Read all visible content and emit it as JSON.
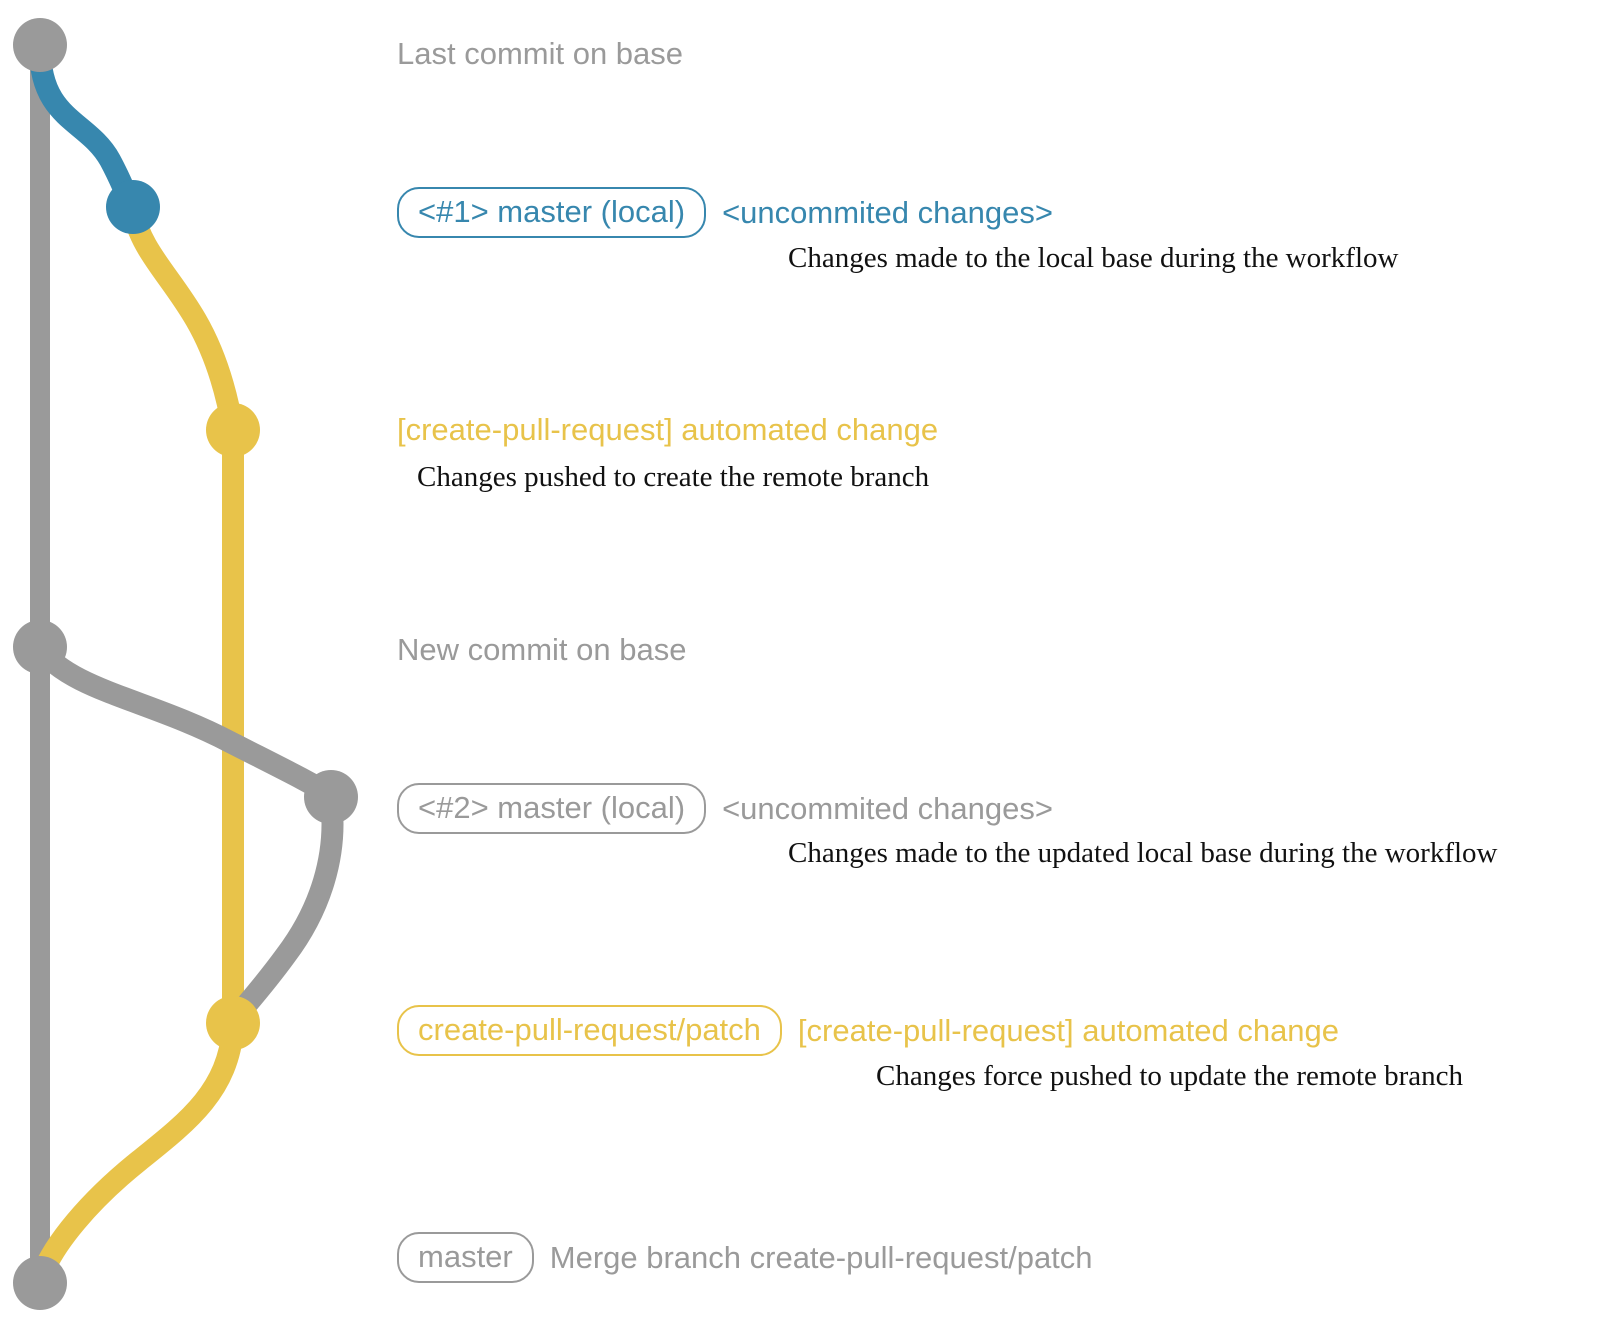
{
  "diagram": {
    "title": "create-pull-request git graph",
    "colors": {
      "base": "#9a9a9a",
      "local_branch": "#3787ae",
      "remote_branch": "#e8c34a",
      "description_text": "#111111",
      "background": "#ffffff"
    }
  },
  "commits": [
    {
      "id": "last-commit-on-base",
      "badge": null,
      "subject": "Last commit on base",
      "subject_color": "base",
      "description": null,
      "node_color": "base"
    },
    {
      "id": "master-local-1",
      "badge": "<#1> master (local)",
      "badge_color": "local_branch",
      "subject": "<uncommited changes>",
      "subject_color": "local_branch",
      "description": "Changes made to the local base during the workflow",
      "node_color": "local_branch"
    },
    {
      "id": "automated-change-1",
      "badge": null,
      "subject": "[create-pull-request] automated change",
      "subject_color": "remote_branch",
      "description": "Changes pushed to create the remote branch",
      "node_color": "remote_branch"
    },
    {
      "id": "new-commit-on-base",
      "badge": null,
      "subject": "New commit on base",
      "subject_color": "base",
      "description": null,
      "node_color": "base"
    },
    {
      "id": "master-local-2",
      "badge": "<#2> master (local)",
      "badge_color": "base",
      "subject": "<uncommited changes>",
      "subject_color": "base",
      "description": "Changes made to the updated local base during the workflow",
      "node_color": "base"
    },
    {
      "id": "automated-change-2",
      "badge": "create-pull-request/patch",
      "badge_color": "remote_branch",
      "subject": "[create-pull-request] automated change",
      "subject_color": "remote_branch",
      "description": "Changes force pushed to update the remote branch",
      "node_color": "remote_branch"
    },
    {
      "id": "master-merge",
      "badge": "master",
      "badge_color": "base",
      "subject": "Merge branch create-pull-request/patch",
      "subject_color": "base",
      "description": null,
      "node_color": "base"
    }
  ]
}
